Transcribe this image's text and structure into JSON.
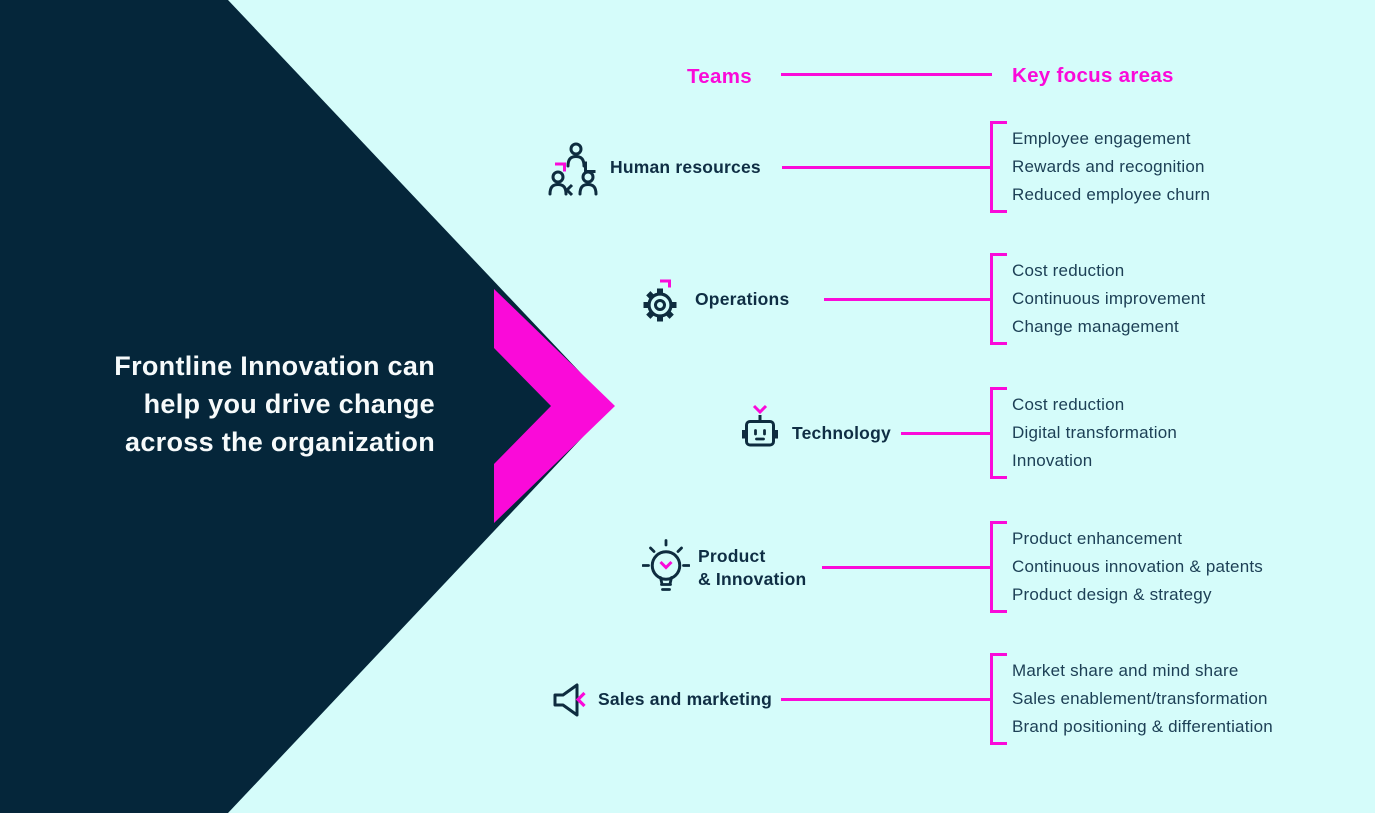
{
  "title": {
    "lines": [
      "Frontline Innovation can",
      "help you drive change",
      "across the organization"
    ]
  },
  "columns": {
    "teams": "Teams",
    "focus": "Key focus areas"
  },
  "rows": [
    {
      "icon": "people-collaboration-icon",
      "label": "Human resources",
      "items": [
        "Employee engagement",
        "Rewards and recognition",
        "Reduced employee churn"
      ]
    },
    {
      "icon": "gear-icon",
      "label": "Operations",
      "items": [
        "Cost reduction",
        "Continuous improvement",
        "Change management"
      ]
    },
    {
      "icon": "robot-icon",
      "label": "Technology",
      "items": [
        "Cost reduction",
        "Digital transformation",
        "Innovation"
      ]
    },
    {
      "icon": "lightbulb-icon",
      "label": "Product",
      "label2": "& Innovation",
      "items": [
        "Product enhancement",
        "Continuous innovation & patents",
        "Product design & strategy"
      ]
    },
    {
      "icon": "megaphone-icon",
      "label": "Sales and marketing",
      "items": [
        "Market share and mind share",
        "Sales enablement/transformation",
        "Brand positioning & differentiation"
      ]
    }
  ],
  "colors": {
    "navy": "#05263a",
    "cyan": "#d5fcfa",
    "magenta": "#fa0ad9",
    "label_text": "#0f2e44",
    "item_text": "#1d4056",
    "title_text": "#f6fafb"
  }
}
